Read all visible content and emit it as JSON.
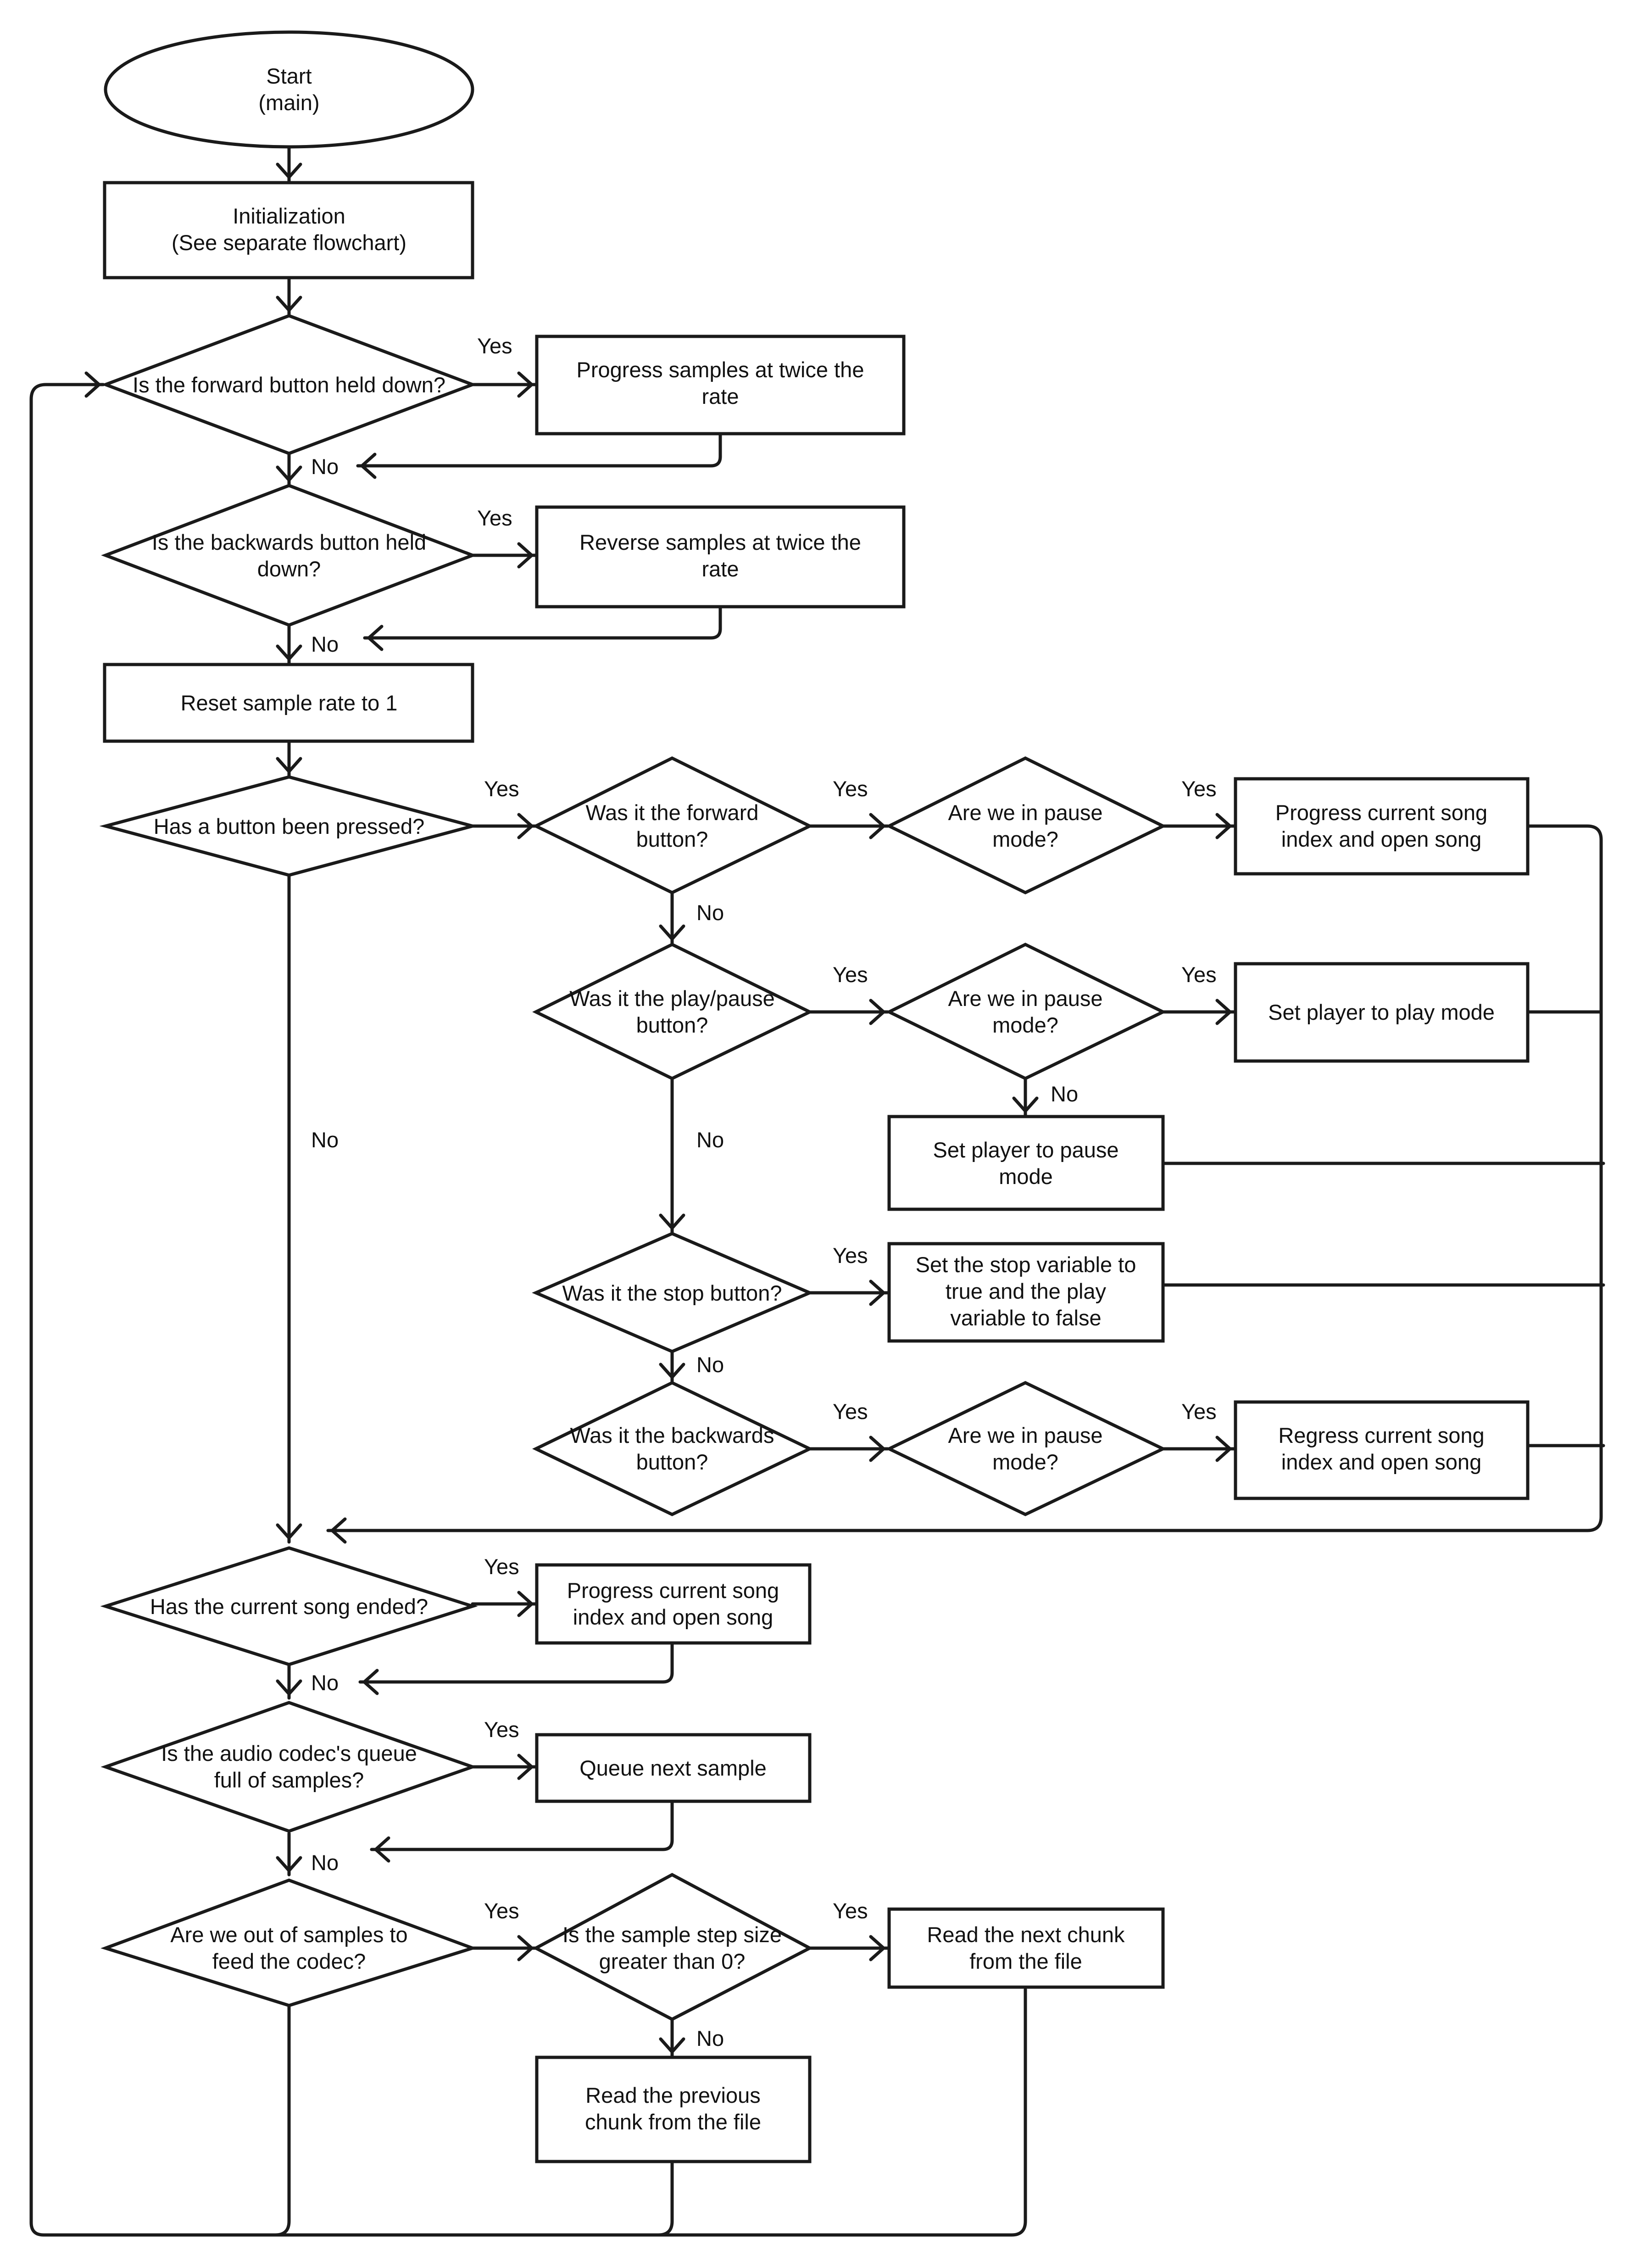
{
  "nodes": {
    "start": [
      "Start",
      "(main)"
    ],
    "init": [
      "Initialization",
      "(See separate flowchart)"
    ],
    "q_forward_held": [
      "Is the forward button held down?"
    ],
    "progress_samples": [
      "Progress samples at twice the",
      "rate"
    ],
    "q_backwards_held": [
      "Is the backwards button held",
      "down?"
    ],
    "reverse_samples": [
      "Reverse samples at twice the",
      "rate"
    ],
    "reset_rate": [
      "Reset sample rate to 1"
    ],
    "q_button_pressed": [
      "Has a button been pressed?"
    ],
    "q_forward_btn": [
      "Was it the forward",
      "button?"
    ],
    "q_pause1": [
      "Are we in pause",
      "mode?"
    ],
    "progress_song": [
      "Progress current song",
      "index and open song"
    ],
    "q_playpause_btn": [
      "Was it the play/pause",
      "button?"
    ],
    "q_pause2": [
      "Are we in pause",
      "mode?"
    ],
    "set_play": [
      "Set player to play mode"
    ],
    "set_pause": [
      "Set player to pause",
      "mode"
    ],
    "q_stop_btn": [
      "Was it the stop button?"
    ],
    "set_stop": [
      "Set the stop variable to",
      "true and the play",
      "variable to false"
    ],
    "q_backwards_btn": [
      "Was it the backwards",
      "button?"
    ],
    "q_pause3": [
      "Are we in pause",
      "mode?"
    ],
    "regress_song": [
      "Regress current song",
      "index and open song"
    ],
    "q_song_ended": [
      "Has the current song ended?"
    ],
    "progress_song2": [
      "Progress current song",
      "index and open song"
    ],
    "q_queue_full": [
      "Is the audio codec's queue",
      "full of samples?"
    ],
    "queue_next": [
      "Queue next sample"
    ],
    "q_out_of_samples": [
      "Are we out of samples to",
      "feed the codec?"
    ],
    "q_step_size": [
      "Is the sample step size",
      "greater than 0?"
    ],
    "read_next": [
      "Read the next chunk",
      "from the file"
    ],
    "read_prev": [
      "Read the previous",
      "chunk from the file"
    ]
  },
  "labels": {
    "yes_forward_held": "Yes",
    "no_forward_held": "No",
    "yes_backwards_held": "Yes",
    "no_backwards_held": "No",
    "yes_button_pressed": "Yes",
    "no_button_pressed": "No",
    "yes_forward_btn": "Yes",
    "no_forward_btn": "No",
    "yes_pause1": "Yes",
    "yes_playpause_btn": "Yes",
    "no_playpause_btn": "No",
    "yes_pause2": "Yes",
    "no_pause2": "No",
    "yes_stop_btn": "Yes",
    "no_stop_btn": "No",
    "yes_backwards_btn": "Yes",
    "yes_pause3": "Yes",
    "yes_song_ended": "Yes",
    "no_song_ended": "No",
    "yes_queue_full": "Yes",
    "no_queue_full": "No",
    "yes_out_of_samples": "Yes",
    "yes_step_size": "Yes",
    "no_step_size": "No"
  }
}
